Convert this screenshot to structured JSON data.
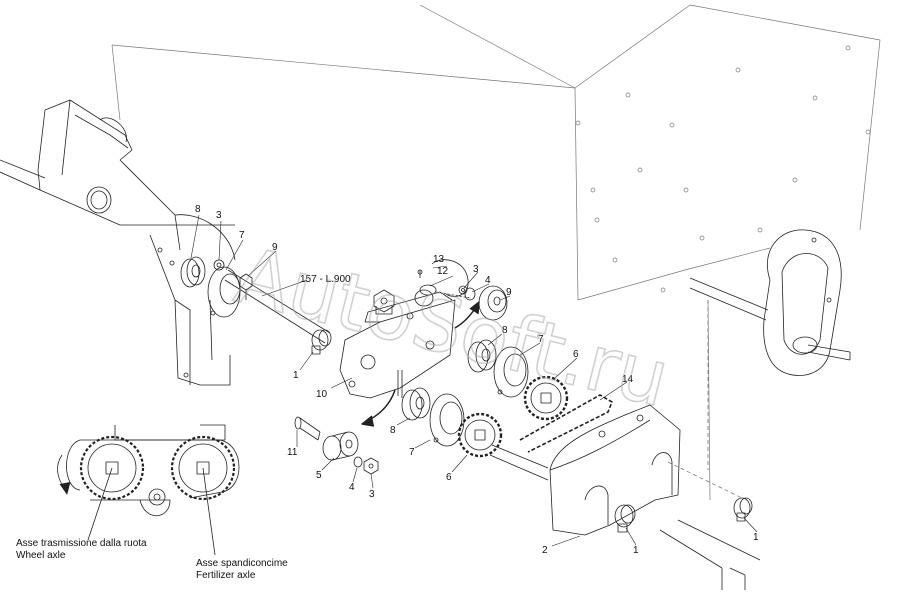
{
  "callouts": {
    "c8a": "8",
    "c3a": "3",
    "c7a": "7",
    "c9a": "9",
    "c157": "157 - L.900",
    "c13": "13",
    "c12": "12",
    "c3b": "3",
    "c4a": "4",
    "c9b": "9",
    "c8b": "8",
    "c7b": "7",
    "c6a": "6",
    "c14": "14",
    "c1a": "1",
    "c10": "10",
    "c8c": "8",
    "c7c": "7",
    "c6b": "6",
    "c11": "11",
    "c5": "5",
    "c4b": "4",
    "c3c": "3",
    "c2": "2",
    "c1b": "1",
    "c1c": "1"
  },
  "captions": {
    "wheel_axle_it": "Asse trasmissione dalla ruota",
    "wheel_axle_en": "Wheel axle",
    "fert_axle_it": "Asse spandiconcime",
    "fert_axle_en": "Fertilizer axle"
  },
  "watermark": "AutoSoft.ru"
}
